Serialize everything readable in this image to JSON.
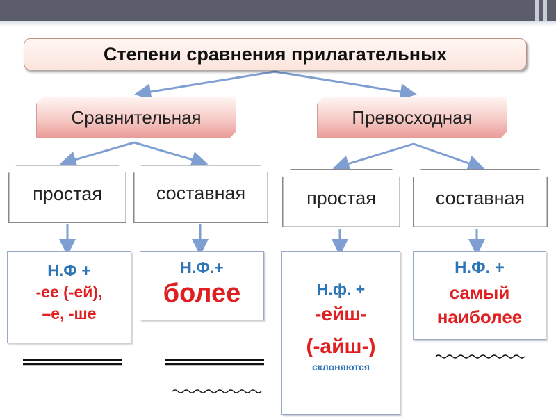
{
  "title": "Степени сравнения прилагательных",
  "categories": {
    "comparative": "Сравнительная",
    "superlative": "Превосходная"
  },
  "forms": {
    "comparative_simple": "простая",
    "comparative_compound": "составная",
    "superlative_simple": "простая",
    "superlative_compound": "составная"
  },
  "rules": {
    "comparative_simple": {
      "line1": "Н.Ф +",
      "line2": "-ее (-ей),",
      "line3": "–е, -ше"
    },
    "comparative_compound": {
      "line1": "Н.Ф.+",
      "line2": "более"
    },
    "superlative_simple": {
      "line1": "Н.ф. +",
      "line2": "-ейш-",
      "line3": "(-айш-)",
      "note": "склоняются"
    },
    "superlative_compound": {
      "line1": "Н.Ф. +",
      "line2": "самый",
      "line3": "наиболее"
    }
  },
  "colors": {
    "arrow": "#7f9fd3",
    "blue_text": "#2e75b6",
    "red_text": "#e02020",
    "category_fill": "#f6cac6"
  }
}
